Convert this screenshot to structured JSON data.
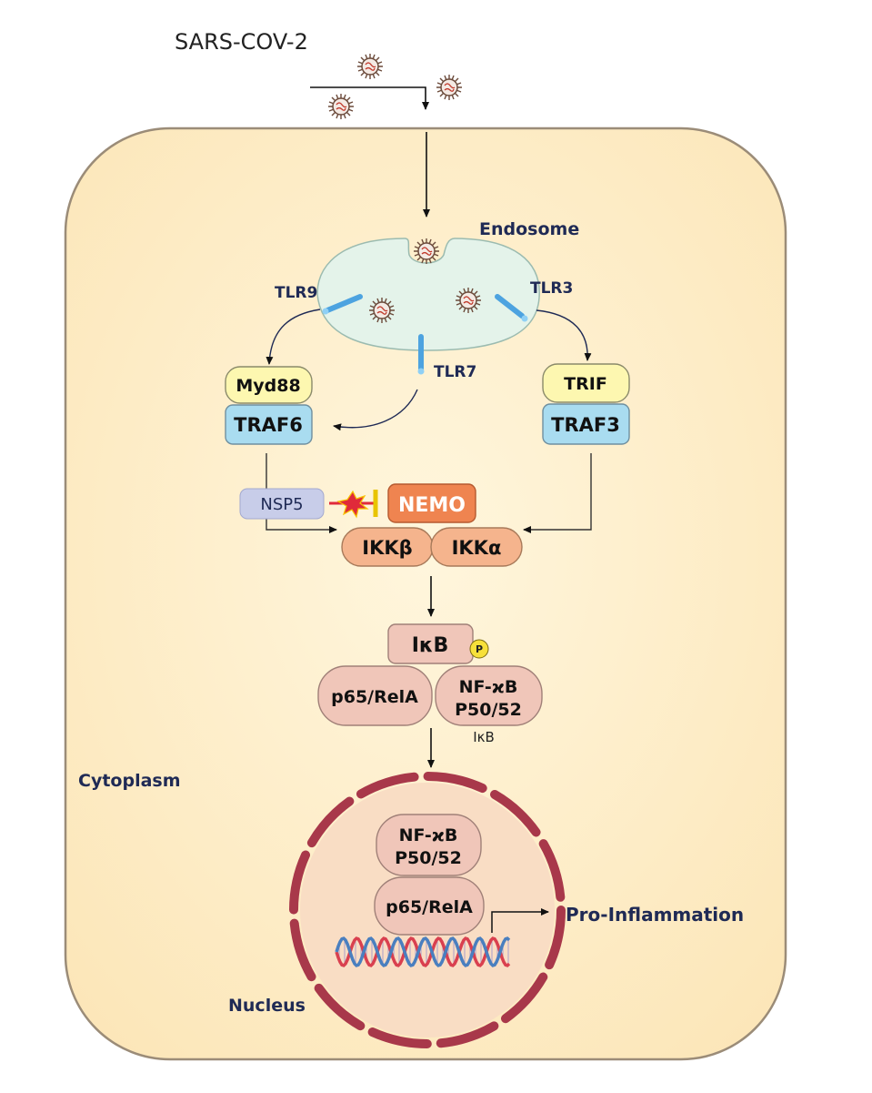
{
  "virus_label": "SARS-COV-2",
  "compartments": {
    "endosome": "Endosome",
    "cytoplasm": "Cytoplasm",
    "nucleus": "Nucleus"
  },
  "receptors": {
    "tlr9": "TLR9",
    "tlr7": "TLR7",
    "tlr3": "TLR3"
  },
  "adaptors": {
    "myd88": "Myd88",
    "traf6": "TRAF6",
    "trif": "TRIF",
    "traf3": "TRAF3"
  },
  "inhibitor": {
    "nsp5": "NSP5"
  },
  "ikk_complex": {
    "nemo": "NEMO",
    "ikkb": "IKKβ",
    "ikka": "IKKα"
  },
  "cytoplasmic_complex": {
    "ikb": "IκB",
    "phospho": "P",
    "p65": "p65/RelA",
    "nfkb_line1": "NF-ϰB",
    "nfkb_line2": "P50/52",
    "ikb_small": "IκB"
  },
  "nuclear_complex": {
    "nfkb_line1": "NF-ϰB",
    "nfkb_line2": "P50/52",
    "p65": "p65/RelA"
  },
  "outcome": "Pro-Inflammation",
  "colors": {
    "cell_fill": "#fdecc4",
    "cell_stroke": "#9b8c78",
    "endosome_fill": "#e4f3ea",
    "receptor": "#4da3e0",
    "myd88_fill": "#fdf7b0",
    "traf_fill": "#a9dcf0",
    "nemo_fill": "#ef8450",
    "ikk_fill": "#f5b48d",
    "nsp5_fill": "#c8cde9",
    "complex_fill": "#f0c6b9",
    "nucleus_fill": "#f9ddc4",
    "envelope": "#a8384a",
    "dna_red": "#d9404f",
    "dna_blue": "#4a7fbf",
    "label_navy": "#1f2a55"
  }
}
